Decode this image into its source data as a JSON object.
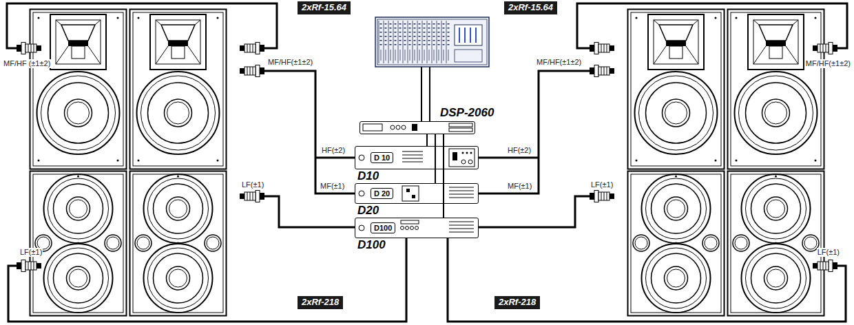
{
  "diagram": {
    "nodes": [
      {
        "text": [
          "2xRf-15.64"
        ]
      },
      {
        "text": [
          "2xRf-15.64"
        ]
      },
      {
        "text": [
          "DSP-2060"
        ]
      },
      {
        "text": [
          "D 10",
          "D10"
        ]
      },
      {
        "text": [
          "D 20",
          "D20"
        ]
      },
      {
        "text": [
          "D100",
          "D100"
        ]
      },
      {
        "text": [
          "2xRf-218"
        ]
      },
      {
        "text": [
          "2xRf-218"
        ]
      }
    ],
    "edges": [
      {
        "from": 2,
        "to": 3,
        "arrow": "none"
      },
      {
        "from": 2,
        "to": 4,
        "arrow": "none"
      },
      {
        "from": 2,
        "to": 5,
        "arrow": "none"
      }
    ],
    "labels": [
      "MF/HF (±1±2)",
      "MF/HF(±1±2)",
      "MF/HF(±1±2)",
      "MF/HF(±1±2)",
      "HF(±2)",
      "HF(±2)",
      "MF(±1)",
      "MF(±1)",
      "LF(±1)",
      "LF(±1)",
      "LF(±1)",
      "LF(±1)"
    ]
  }
}
